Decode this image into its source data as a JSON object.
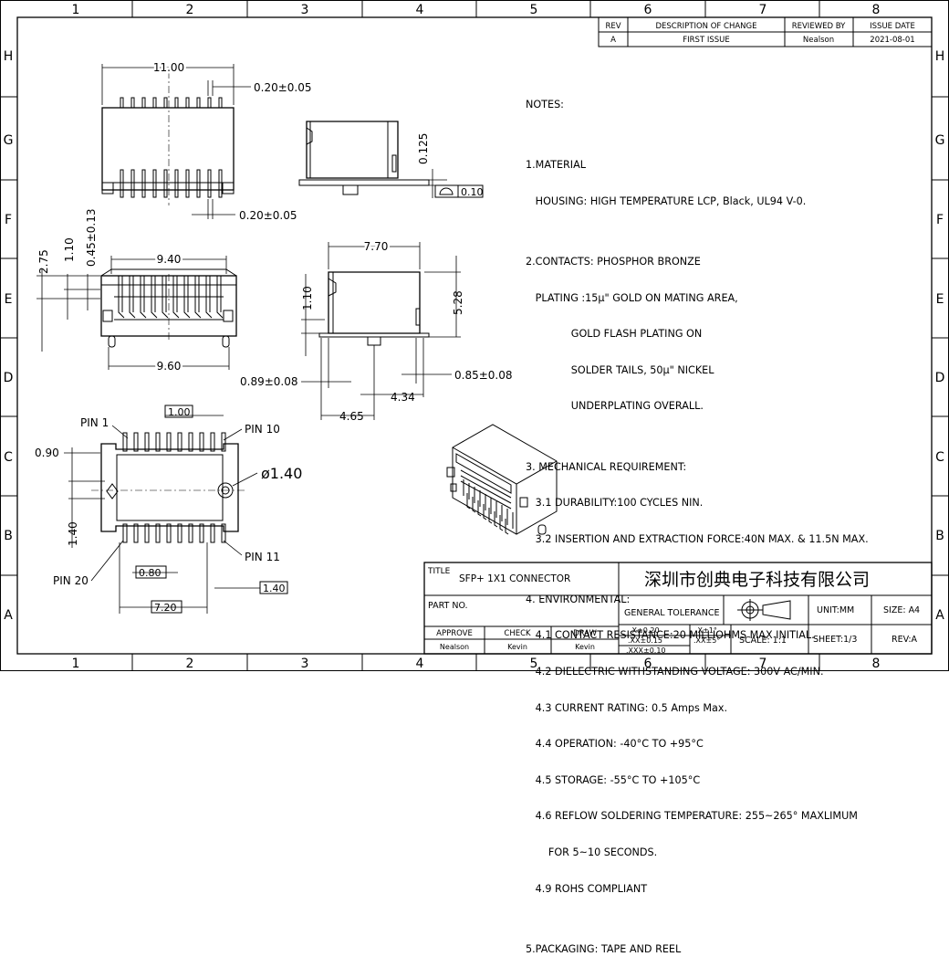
{
  "border": {
    "columns": [
      "1",
      "2",
      "3",
      "4",
      "5",
      "6",
      "7",
      "8"
    ],
    "rows": [
      "H",
      "G",
      "F",
      "E",
      "D",
      "C",
      "B",
      "A"
    ]
  },
  "revision": {
    "headers": {
      "rev": "REV",
      "description": "DESCRIPTION OF CHANGE",
      "reviewed": "REVIEWED BY",
      "date": "ISSUE DATE"
    },
    "row": {
      "rev": "A",
      "description": "FIRST ISSUE",
      "reviewed": "Nealson",
      "date": "2021-08-01"
    }
  },
  "notes": [
    "NOTES:",
    "",
    "1.MATERIAL",
    "   HOUSING: HIGH TEMPERATURE LCP, Black, UL94 V-0.",
    "",
    "2.CONTACTS: PHOSPHOR BRONZE",
    "   PLATING :15μ\" GOLD ON MATING AREA,",
    "              GOLD FLASH PLATING ON",
    "              SOLDER TAILS, 50μ\" NICKEL",
    "              UNDERPLATING OVERALL.",
    "",
    "3. MECHANICAL REQUIREMENT:",
    "   3.1 DURABILITY:100 CYCLES NIN.",
    "   3.2 INSERTION AND EXTRACTION FORCE:40N MAX. & 11.5N MAX.",
    "",
    "4. ENVIRONMENTAL:",
    "   4.1 CONTACT RESISTANCE:20 MILLIOHMS MAX INITIAL.",
    "   4.2 DIELECTRIC WITHSTANDING VOLTAGE: 300V AC/MIN.",
    "   4.3 CURRENT RATING: 0.5 Amps Max.",
    "   4.4 OPERATION: -40°C TO +95°C",
    "   4.5 STORAGE: -55°C TO +105°C",
    "   4.6 REFLOW SOLDERING TEMPERATURE: 255~265° MAXLIMUM",
    "       FOR 5~10 SECONDS.",
    "   4.9 ROHS COMPLIANT",
    "",
    "5.PACKAGING: TAPE AND REEL"
  ],
  "dimensions": {
    "top_width": "11.00",
    "top_pin_width": "0.20±0.05",
    "top_pin_width_bottom": "0.20±0.05",
    "side_height": "0.125",
    "flatness": "0.10",
    "front_width": "9.40",
    "front_bottom_width": "9.60",
    "front_h1": "2.75",
    "front_h2": "1.10",
    "front_h3": "0.45±0.13",
    "side2_width": "7.70",
    "side2_h1": "1.10",
    "side2_h2": "5.28",
    "side2_d1": "0.89±0.08",
    "side2_d2": "0.85±0.08",
    "side2_d3": "4.34",
    "side2_d4": "4.65",
    "fp_pitch": "1.00",
    "fp_left": "0.90",
    "fp_hole": "ø1.40",
    "fp_height": "1.40",
    "fp_b1": "0.80",
    "fp_b2": "1.40",
    "fp_b3": "7.20"
  },
  "pins": {
    "pin1": "PIN 1",
    "pin10": "PIN 10",
    "pin11": "PIN 11",
    "pin20": "PIN 20"
  },
  "title_block": {
    "title_label": "TITLE",
    "title": "SFP+ 1X1 CONNECTOR",
    "company": "深圳市创典电子科技有限公司",
    "part_no_label": "PART NO.",
    "general_tolerance": "GENERAL TOLERANCE",
    "unit": "UNIT:MM",
    "size": "SIZE: A4",
    "approve": "APPROVE",
    "check": "CHECK",
    "draw": "DRAW",
    "approve_name": "Nealson",
    "check_name": "Kevin",
    "draw_name": "Kevin",
    "tol_x": ".X±0.20",
    "tol_xx": ".XX±0.15",
    "tol_xxx": ".XXX±0.10",
    "tol_ang1": ".X±1°",
    "tol_ang2": ".XX±5°",
    "scale": "SCALE: 1:1",
    "sheet": "SHEET:1/3",
    "rev": "REV:A"
  }
}
